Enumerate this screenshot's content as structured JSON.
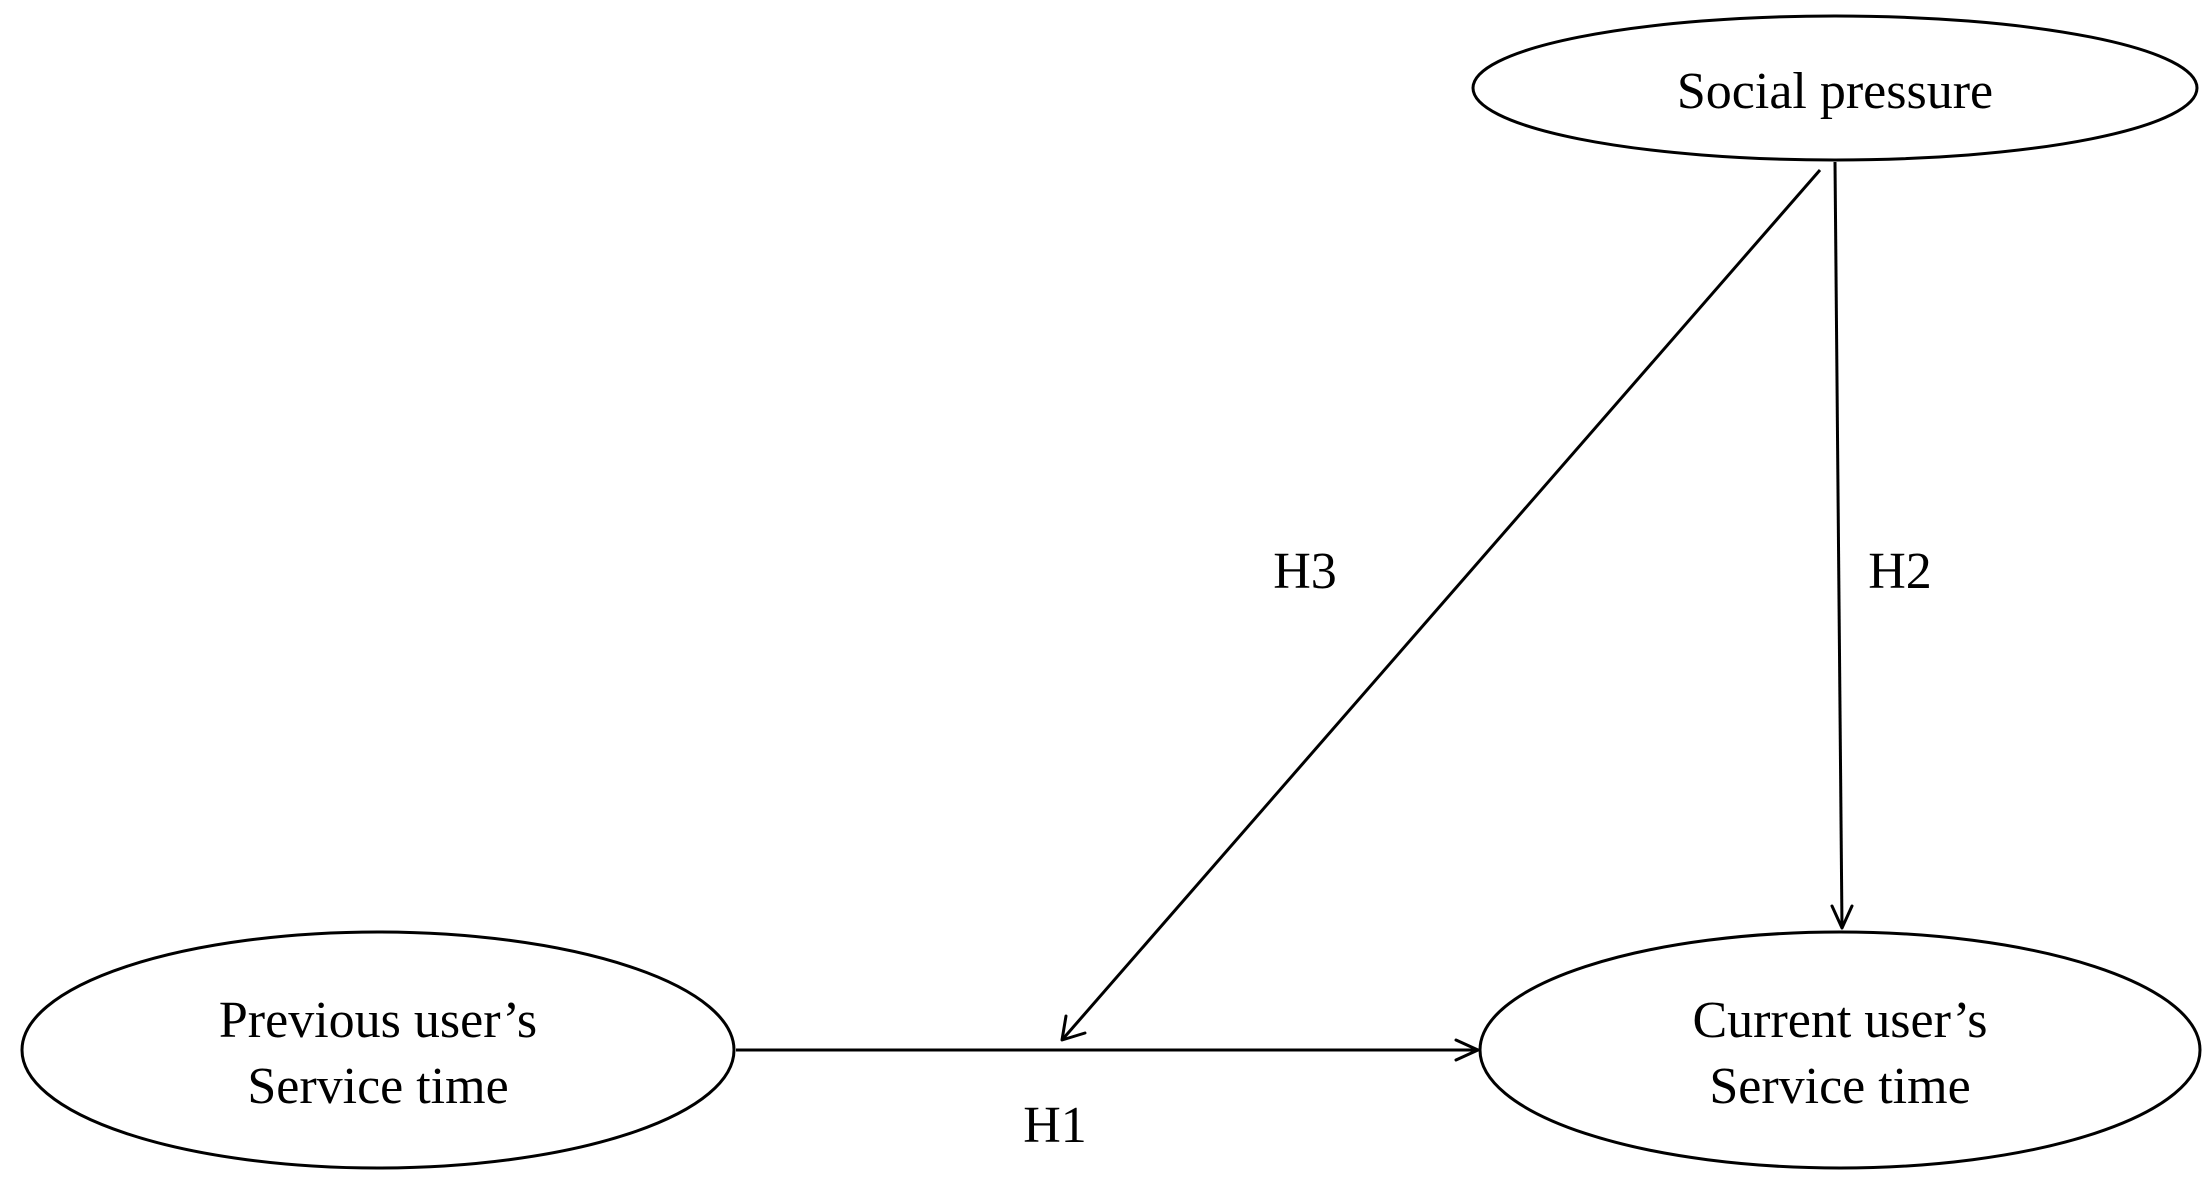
{
  "diagram": {
    "nodes": {
      "social_pressure": {
        "label": "Social pressure"
      },
      "previous": {
        "line1": "Previous user’s",
        "line2": "Service time"
      },
      "current": {
        "line1": "Current user’s",
        "line2": "Service time"
      }
    },
    "edges": {
      "h1": {
        "label": "H1"
      },
      "h2": {
        "label": "H2"
      },
      "h3": {
        "label": "H3"
      }
    }
  }
}
